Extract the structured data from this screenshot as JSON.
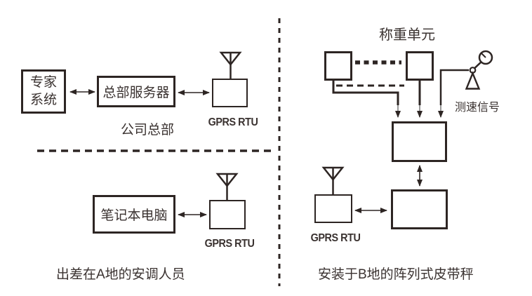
{
  "colors": {
    "line": "#2d2523",
    "text": "#3a3230",
    "arrow_stem_gray": "#7e7e7e",
    "background": "#ffffff"
  },
  "headquarters": {
    "expert_system_line1": "专家",
    "expert_system_line2": "系统",
    "server_label": "总部服务器",
    "caption": "公司总部",
    "gprs_rtu_label": "GPRS RTU"
  },
  "site_a": {
    "laptop_label": "笔记本电脑",
    "gprs_rtu_label": "GPRS RTU",
    "caption": "出差在A地的安调人员"
  },
  "site_b": {
    "title": "称重单元",
    "speed_signal_label": "测速信号",
    "gprs_rtu_label": "GPRS RTU",
    "caption": "安装于B地的阵列式皮带秤"
  },
  "icons": {
    "antenna": "antenna-icon",
    "speed_sensor": "speed-sensor-icon"
  }
}
